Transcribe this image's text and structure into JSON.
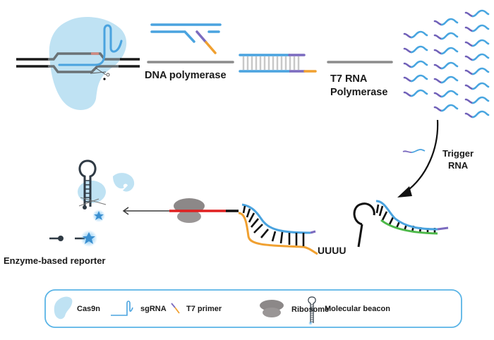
{
  "labels": {
    "dna_polymerase": "DNA polymerase",
    "t7_line1": "T7 RNA",
    "t7_line2": "Polymerase",
    "trigger_line1": "Trigger",
    "trigger_line2": "RNA",
    "uuuu": "UUUU",
    "reporter": "Enzyme-based reporter"
  },
  "legend": {
    "items": [
      {
        "icon": "cas9n-icon",
        "label": "Cas9n"
      },
      {
        "icon": "sgrna-icon",
        "label": "sgRNA"
      },
      {
        "icon": "t7-primer-icon",
        "label": "T7 primer"
      },
      {
        "icon": "ribosome-icon",
        "label": "Ribosome"
      },
      {
        "icon": "molecular-beacon-icon",
        "label": "Molecular beacon"
      }
    ]
  },
  "colors": {
    "cas9n": "#bfe2f3",
    "sgrna": "#4aa3df",
    "dna": "#1a1a1a",
    "dna_gray": "#8a8a8a",
    "primer_purple": "#7b6bbf",
    "primer_orange": "#f0a030",
    "green": "#4cb848",
    "red": "#e02020",
    "ribosome": "#8c8c8c",
    "legend_border": "#5ab4e6",
    "beacon": "#2f3a44"
  }
}
